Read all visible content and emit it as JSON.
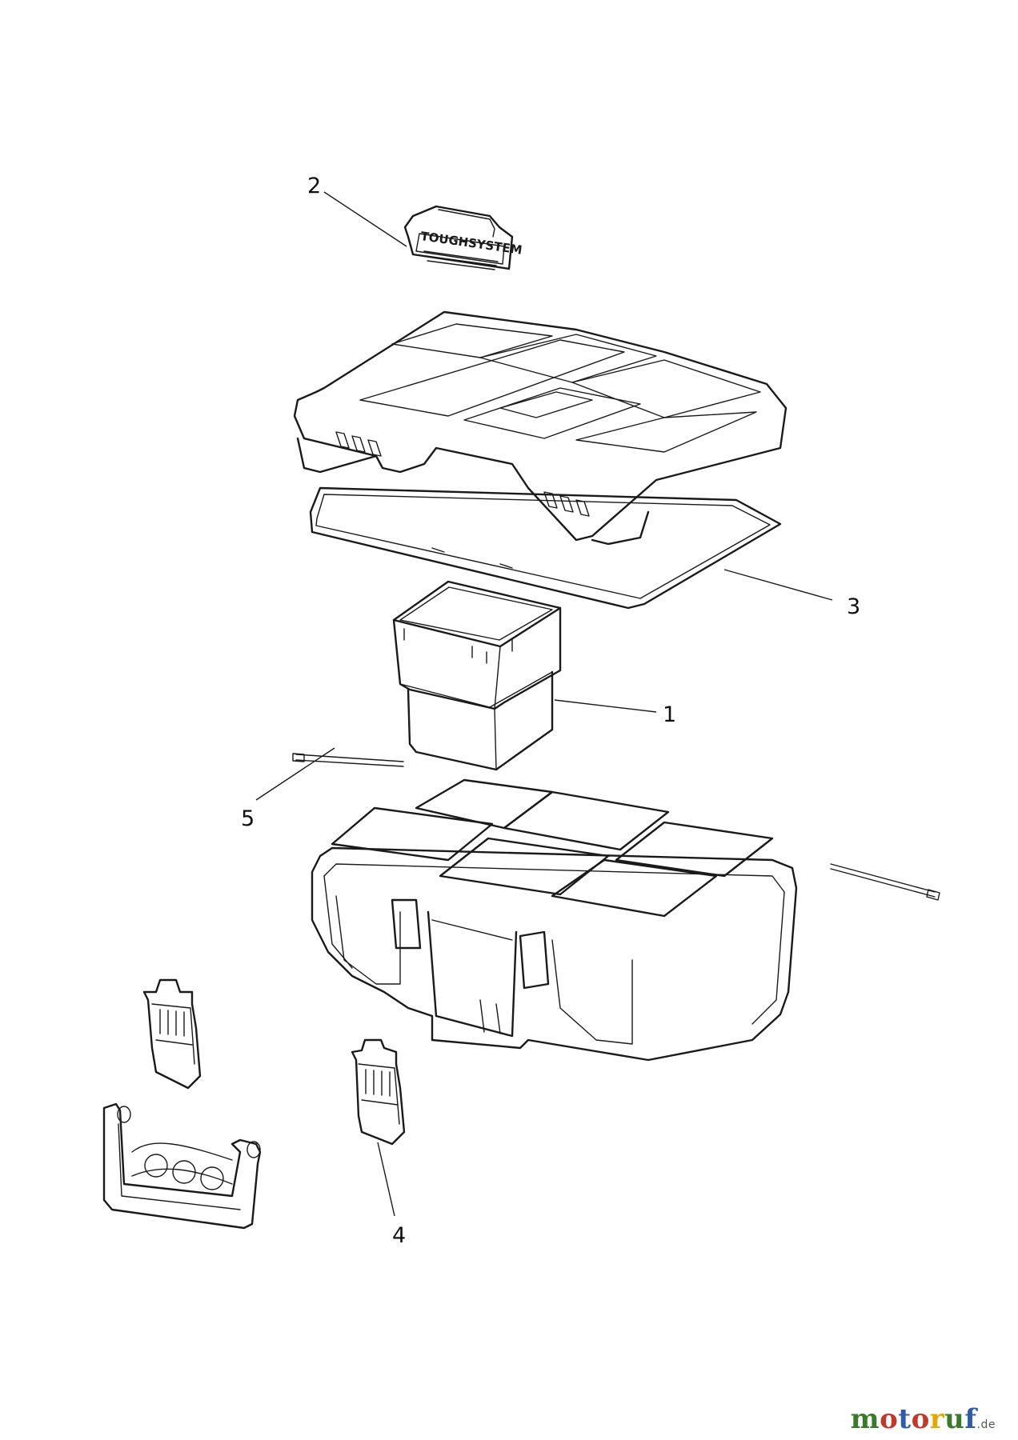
{
  "callouts": [
    {
      "id": "1",
      "label": "1"
    },
    {
      "id": "2",
      "label": "2"
    },
    {
      "id": "3",
      "label": "3"
    },
    {
      "id": "4",
      "label": "4"
    },
    {
      "id": "5",
      "label": "5"
    }
  ],
  "parts": {
    "badge_text": "TOUGHSYSTEM"
  },
  "watermark": {
    "letters": [
      "m",
      "o",
      "t",
      "o",
      "r",
      "u",
      "f"
    ],
    "colors": [
      "#3a7a2a",
      "#c0392b",
      "#2e5ca8",
      "#c0392b",
      "#e0a800",
      "#3a7a2a",
      "#2e5ca8"
    ],
    "suffix": ".de"
  }
}
